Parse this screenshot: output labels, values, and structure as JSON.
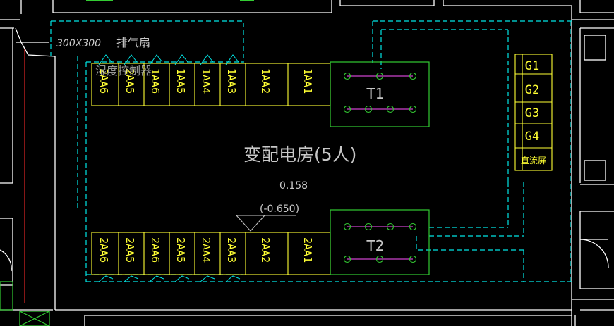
{
  "room": {
    "title": "变配电房(5人)",
    "elevation": "0.158",
    "elevation_paren": "(-0.650)"
  },
  "fan": {
    "size": "300X300",
    "label": "排气扇"
  },
  "overlap_text": "湿度控制器",
  "transformers": {
    "t1": "T1",
    "t2": "T2"
  },
  "cabinets_top": [
    "2AA6",
    "2AA5",
    "1AA6",
    "1AA5",
    "1AA4",
    "1AA3",
    "1AA2",
    "1AA1"
  ],
  "cabinets_bottom": [
    "2AA6",
    "2AA5",
    "2AA6",
    "2AA5",
    "2AA4",
    "2AA3",
    "2AA2",
    "2AA1"
  ],
  "panels_right": [
    "G1",
    "G2",
    "G3",
    "G4",
    "直流屏"
  ],
  "colors": {
    "background": "#000000",
    "wall": "#ffffff",
    "equipment": "#ffff33",
    "cable_tray": "#00e5e5",
    "busbar": "#cc44cc",
    "terminal": "#33cc33",
    "text": "#c8c8c8",
    "axis_line": "#cc2222"
  }
}
